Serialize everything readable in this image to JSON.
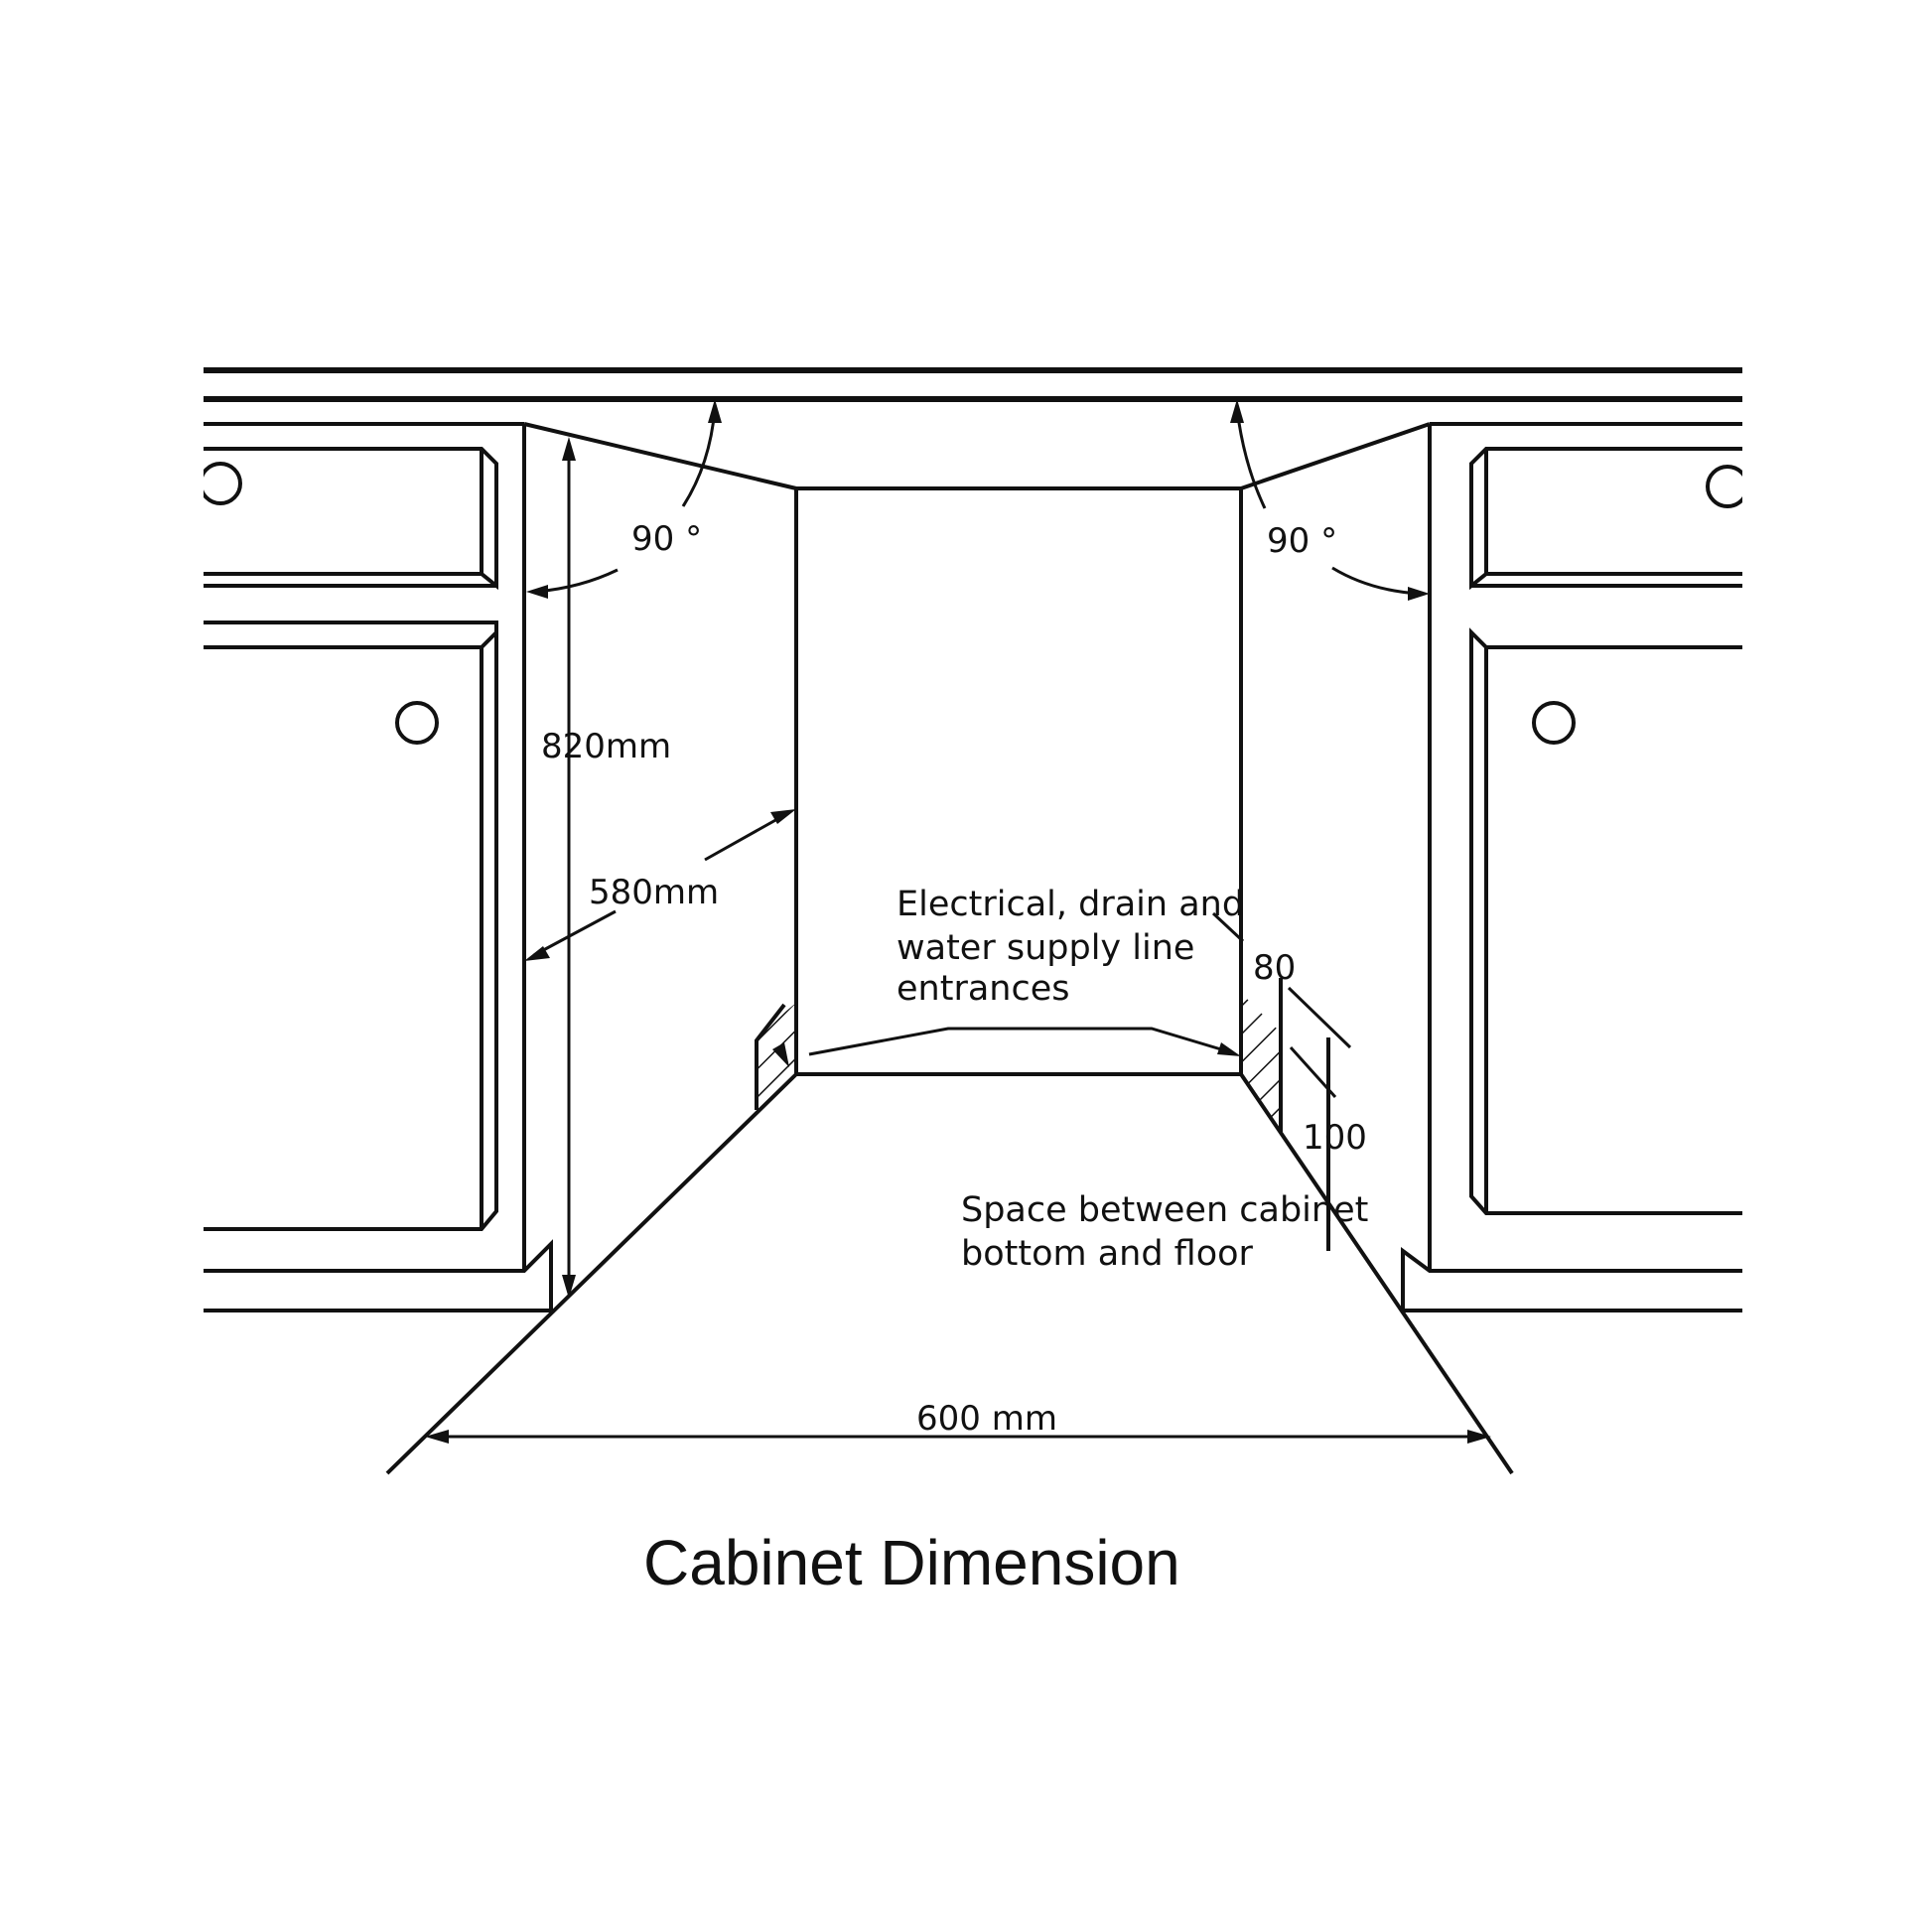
{
  "labels": {
    "angle_left": "90 °",
    "angle_right": "90 °",
    "height": "820mm",
    "depth": "580mm",
    "width": "600 mm",
    "note_lines": [
      "Electrical, drain and",
      "water supply line",
      "entrances"
    ],
    "gap_width": "80",
    "gap_height": "100",
    "space_lines": [
      "Space between cabinet",
      "bottom and floor"
    ]
  },
  "title": "Cabinet Dimension",
  "colors": {
    "line": "#111111",
    "background": "#ffffff"
  }
}
